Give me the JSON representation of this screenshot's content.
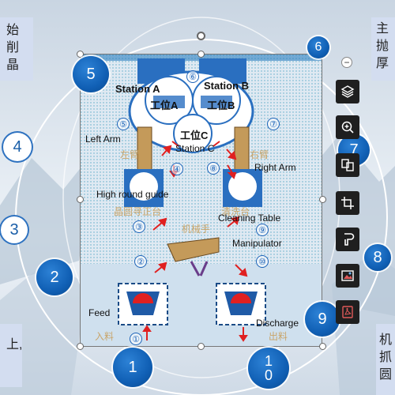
{
  "side_texts": {
    "top_left": [
      "始",
      "削晶"
    ],
    "top_right": [
      "主",
      "抛",
      "厚"
    ],
    "bottom_left": [
      "上,"
    ],
    "bottom_right": [
      "机",
      "抓",
      "圆"
    ]
  },
  "callouts": [
    "5",
    "6",
    "4",
    "7",
    "3",
    "8",
    "2",
    "9",
    "1",
    "1",
    "0"
  ],
  "diagram": {
    "station_a": "Station A",
    "station_b": "Station B",
    "station_c": "Station C",
    "gongwei_a": "工位A",
    "gongwei_b": "工位B",
    "gongwei_c": "工位C",
    "left_arm": "Left Arm",
    "right_arm": "Right Arm",
    "left_arm_cn": "左臂",
    "right_arm_cn": "右臂",
    "high_round_guide": "High round guide",
    "cleaning_table": "Cleaning Table",
    "high_round_cn": "晶圆寻正台",
    "cleaning_cn": "清洗台",
    "manipulator": "Manipulator",
    "manipulator_cn": "机械手",
    "feed": "Feed",
    "feed_cn": "入料",
    "discharge": "Discharge",
    "discharge_cn": "出料",
    "step_nums": [
      "①",
      "②",
      "③",
      "④",
      "⑤",
      "⑥",
      "⑦",
      "⑧",
      "⑨",
      "⑩"
    ]
  },
  "toolbar": {
    "icons": [
      "layers-icon",
      "zoom-in-icon",
      "replace-image-icon",
      "crop-icon",
      "format-painter-icon",
      "image-edit-icon",
      "pdf-icon"
    ]
  },
  "colors": {
    "accent_blue": "#105fb4",
    "arrow_red": "#e02020",
    "dot_teal": "#5aa9c6"
  }
}
